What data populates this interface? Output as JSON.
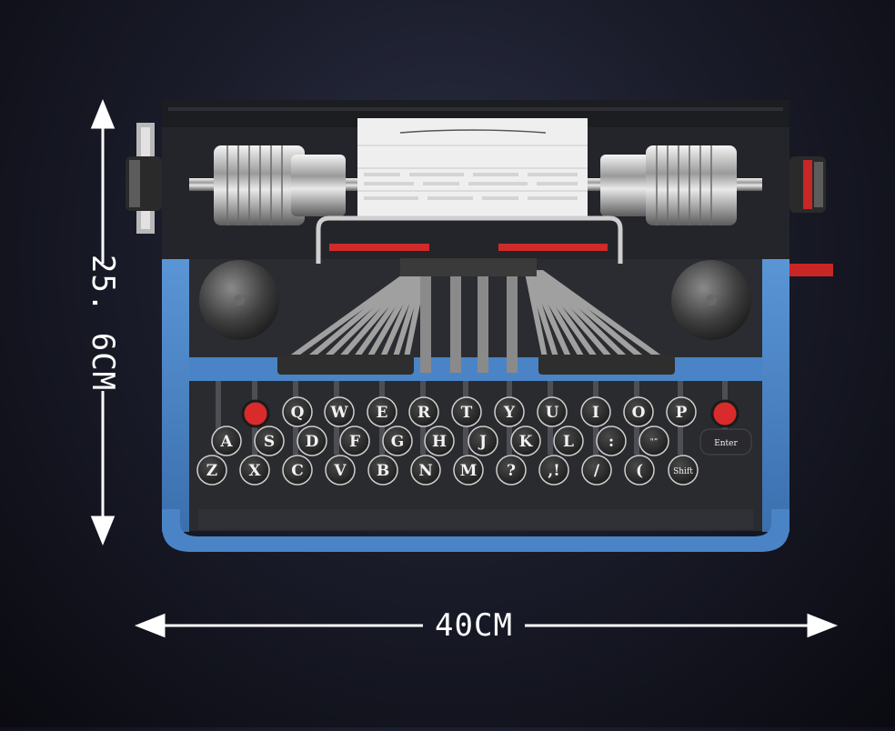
{
  "dimensions": {
    "height_label": "25. 6CM",
    "width_label": "40CM"
  },
  "keyboard": {
    "row1": [
      "Q",
      "W",
      "E",
      "R",
      "T",
      "Y",
      "U",
      "I",
      "O",
      "P"
    ],
    "row2": [
      "A",
      "S",
      "D",
      "F",
      "G",
      "H",
      "J",
      "K",
      "L",
      ":",
      "\"”"
    ],
    "row3": [
      "Z",
      "X",
      "C",
      "V",
      "B",
      "N",
      "M",
      "?",
      ",!",
      "/",
      "("
    ],
    "shift_label": "Shift",
    "enter_label": "Enter"
  },
  "colors": {
    "body_blue": "#4c86c9",
    "body_dark": "#2a2b2f",
    "accent_red": "#d92b2b",
    "paper": "#efefef",
    "arrow": "#ffffff"
  }
}
